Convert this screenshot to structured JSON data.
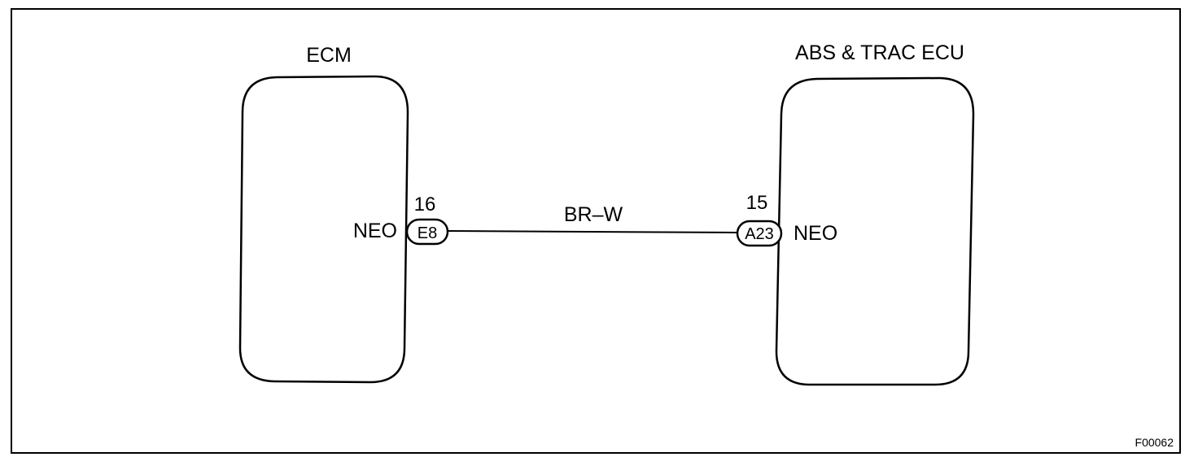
{
  "components": {
    "ecm": {
      "title": "ECM",
      "signal": "NEO",
      "connector": "E8",
      "pin": "16"
    },
    "abs": {
      "title": "ABS & TRAC ECU",
      "signal": "NEO",
      "connector": "A23",
      "pin": "15"
    }
  },
  "wire": {
    "color_code": "BR–W"
  },
  "figure_code": "F00062",
  "colors": {
    "line": "#000000",
    "background": "#ffffff"
  }
}
